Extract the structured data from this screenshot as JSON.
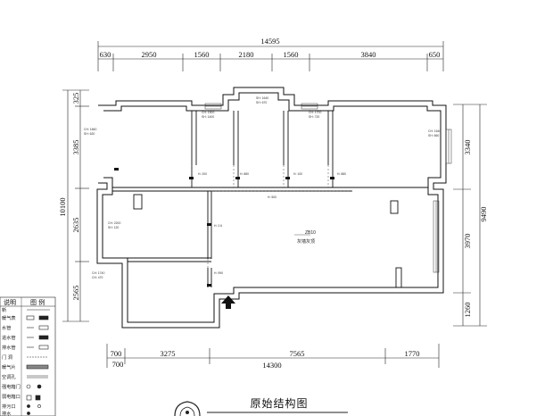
{
  "dims_top_total": "14595",
  "dims_top": [
    "630",
    "2950",
    "1560",
    "2180",
    "1560",
    "3840",
    "650"
  ],
  "dims_bottom_total": "14300",
  "dims_bottom": [
    "700",
    "3275",
    "7565",
    "1770"
  ],
  "dims_left_total": "10100",
  "dims_left": [
    "325",
    "3385",
    "2635",
    "2565"
  ],
  "dims_right_total": "9490",
  "dims_right": [
    "3340",
    "3970",
    "1260"
  ],
  "room_labels": {
    "r1": [
      "CH: 1660",
      "SH: 620"
    ],
    "r2": [
      "CH: 1500",
      "SH: 1400"
    ],
    "r3": [
      "SH: 1640",
      "SH: 670"
    ],
    "r4": [
      "CH: 1700",
      "SH: 720"
    ],
    "r5": [
      "CH: 1640",
      "SH: 660"
    ],
    "r6": [
      "CH: 2200",
      "SH: 120"
    ],
    "r7": [
      "CH: 1740",
      "CH: 470"
    ]
  },
  "door_labels": [
    "H: 200",
    "H: 880",
    "H: 100",
    "H: 880",
    "H: 500",
    "H: 2.6",
    "H: 990"
  ],
  "center_label_1": "ZB10",
  "center_label_2": "灰墙灰顶",
  "title": "原始结构图",
  "legend": {
    "header_left": "说明",
    "header_right": "图 例",
    "rows": [
      "新",
      "暖气表",
      "水管",
      "进水管",
      "排水管",
      "门 洞",
      "暖气片",
      "空调孔",
      "强电箱门",
      "弱电箱口",
      "排污口",
      "排水"
    ]
  }
}
